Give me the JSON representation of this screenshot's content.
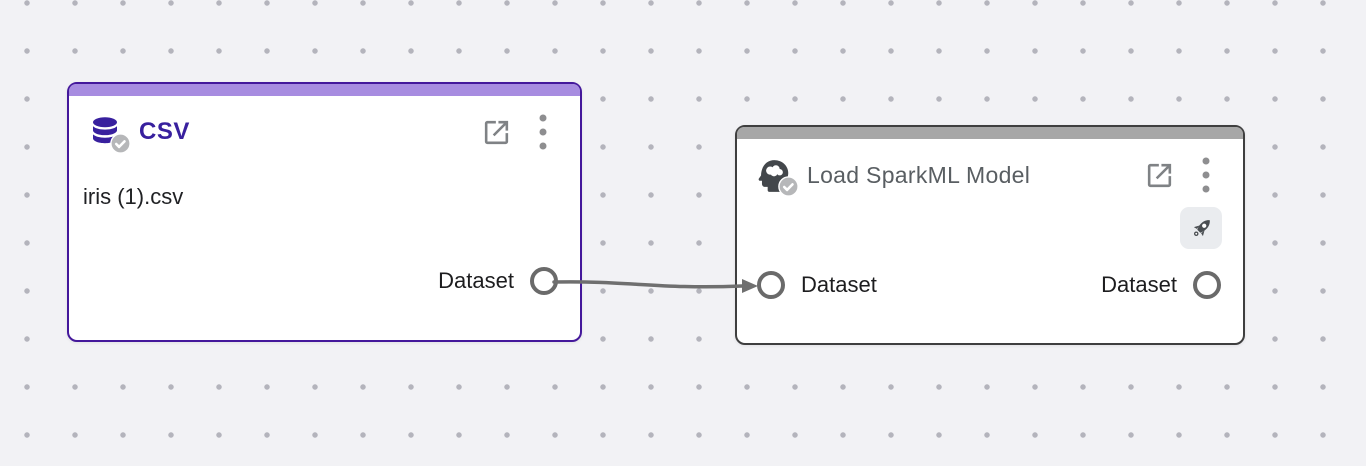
{
  "canvas": {
    "background_color": "#f2f2f5",
    "dot_color": "#b4b4bc"
  },
  "nodes": [
    {
      "id": "csv",
      "title": "CSV",
      "icon": "database-icon",
      "status_icon": "check-badge",
      "accent_color": "#44189b",
      "header_strip_color": "#a78ce0",
      "title_color": "#38209e",
      "filename": "iris (1).csv",
      "actions": [
        "open-external",
        "more-menu"
      ],
      "outputs": [
        {
          "label": "Dataset"
        }
      ]
    },
    {
      "id": "load-sparkml-model",
      "title": "Load SparkML Model",
      "icon": "model-head-icon",
      "status_icon": "check-badge",
      "accent_color": "#3f3f3f",
      "header_strip_color": "#a7a7a7",
      "title_color": "#595e62",
      "actions": [
        "open-external",
        "more-menu",
        "run-rocket"
      ],
      "inputs": [
        {
          "label": "Dataset"
        }
      ],
      "outputs": [
        {
          "label": "Dataset"
        }
      ]
    }
  ],
  "edge": {
    "from": "csv:Dataset",
    "to": "load-sparkml-model:Dataset",
    "color": "#6f6f6f"
  }
}
